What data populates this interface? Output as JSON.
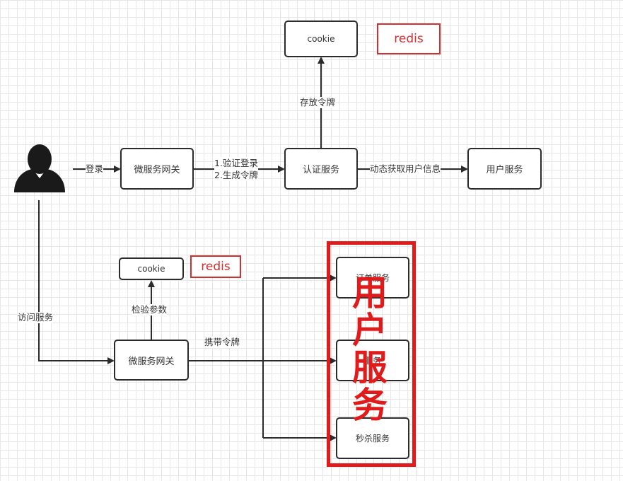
{
  "top_row": {
    "gateway_label": "微服务网关",
    "auth_label": "认证服务",
    "user_service_label": "用户服务",
    "cookie_label": "cookie",
    "redis_label": "redis",
    "edge_login": "登录",
    "edge_verify_line1": "1.验证登录",
    "edge_verify_line2": "2.生成令牌",
    "edge_store_token": "存放令牌",
    "edge_fetch_user": "动态获取用户信息"
  },
  "bottom_row": {
    "gateway_label": "微服务网关",
    "cookie_label": "cookie",
    "redis_label": "redis",
    "edge_access": "访问服务",
    "edge_check_params": "检验参数",
    "edge_carry_token": "携带令牌",
    "order_service_label": "订单服务",
    "middle_service_label": "服务",
    "seckill_service_label": "秒杀服务"
  },
  "overlay": {
    "annotation": "用户服务",
    "color": "#e01b1b"
  },
  "colors": {
    "line": "#2b2b2b",
    "redis_border": "#d32f2f",
    "grid": "#e6e6e6"
  }
}
